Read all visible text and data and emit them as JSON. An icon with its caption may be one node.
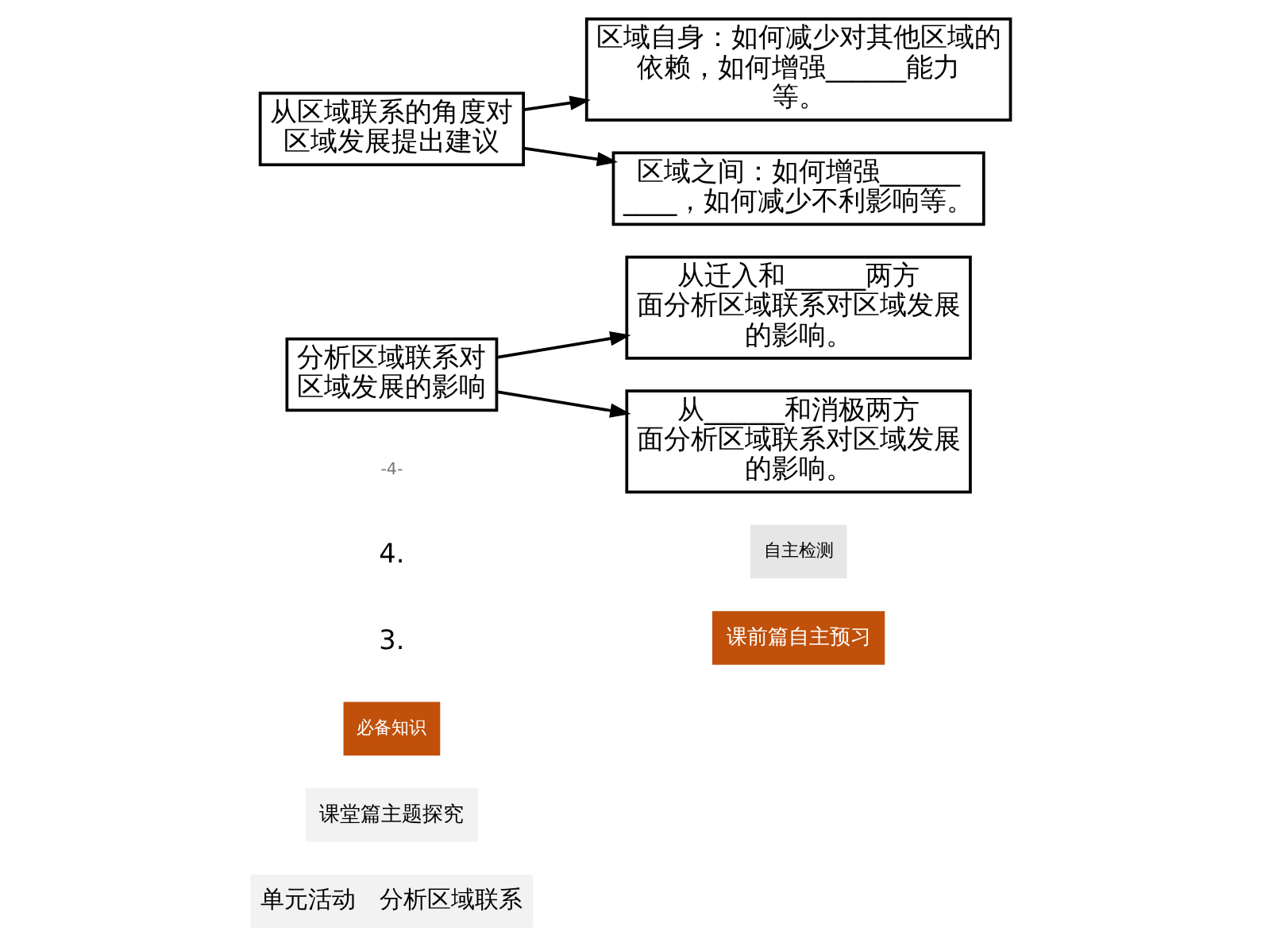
{
  "diagram": {
    "nodes": [
      {
        "text": [
          "分析区域联系对区域发展的影响"
        ]
      },
      {
        "text": [
          "从迁入和______两方面分析区域联系对区域发展的影响。"
        ]
      },
      {
        "text": [
          "从______和消极两方面分析区域联系对区域发展的影响。"
        ]
      },
      {
        "text": [
          "从区域联系的角度对区域发展提出建议"
        ]
      },
      {
        "text": [
          "区域自身：如何减少对其他区域的依赖，如何增强______能力等。"
        ]
      },
      {
        "text": [
          "区域之间：如何增强__________，如何减少不利影响等。"
        ]
      }
    ],
    "edges": [
      {
        "from": 0,
        "to": 1,
        "arrow": "to"
      },
      {
        "from": 0,
        "to": 2,
        "arrow": "to"
      },
      {
        "from": 3,
        "to": 4,
        "arrow": "to"
      },
      {
        "from": 3,
        "to": 5,
        "arrow": "to"
      }
    ],
    "labels": [
      "单元活动　分析区域联系",
      "课前篇自主预习",
      "课堂篇主题探究",
      "必备知识",
      "自主检测",
      "3.",
      "4.",
      "-4-"
    ]
  }
}
